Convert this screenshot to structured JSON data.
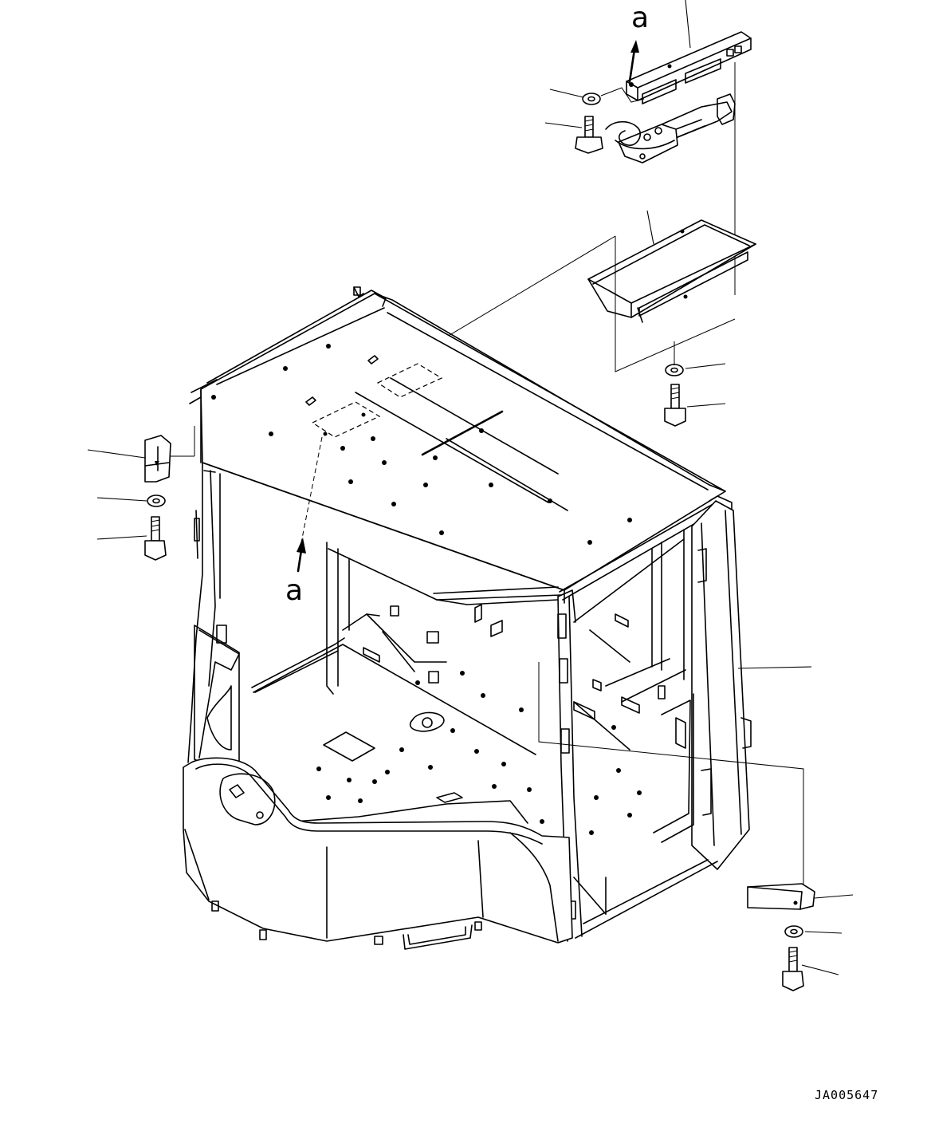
{
  "view_labels": {
    "top": "a",
    "cab": "a"
  },
  "drawing_code": "JA005647",
  "components": [
    "top-console-panel",
    "console-wiring-module",
    "console-tray",
    "cab-frame",
    "left-cover-bracket",
    "right-cover-bracket",
    "washer",
    "bolt"
  ]
}
